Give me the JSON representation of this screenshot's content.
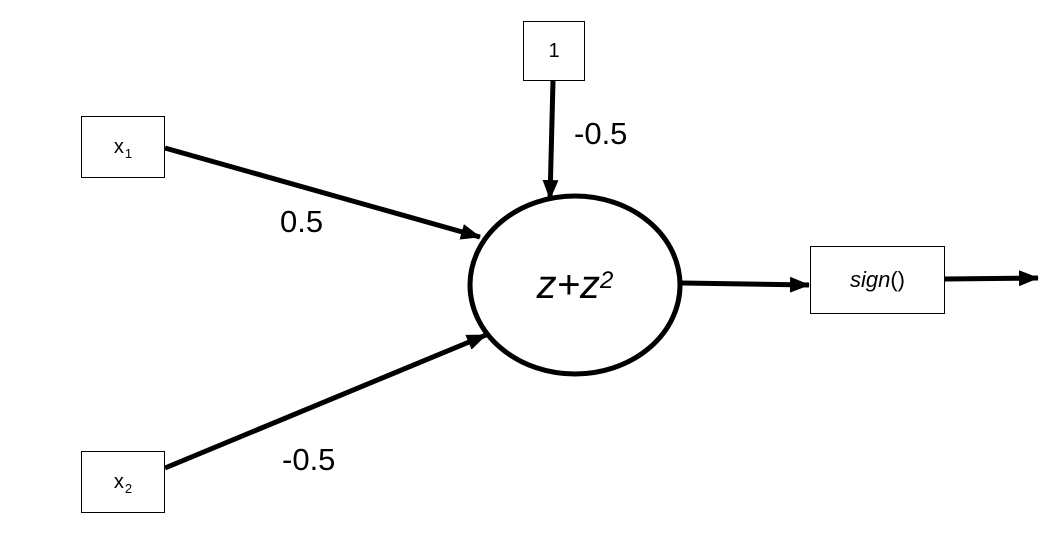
{
  "inputs": {
    "x1": {
      "base": "x",
      "sub": "1"
    },
    "x2": {
      "base": "x",
      "sub": "2"
    },
    "bias": {
      "label": "1"
    }
  },
  "weights": {
    "w1": "0.5",
    "w2": "-0.5",
    "bias": "-0.5"
  },
  "node": {
    "expr_base": "z+z",
    "expr_sup": "2"
  },
  "output": {
    "fn_name": "sign",
    "fn_parens": "()"
  }
}
